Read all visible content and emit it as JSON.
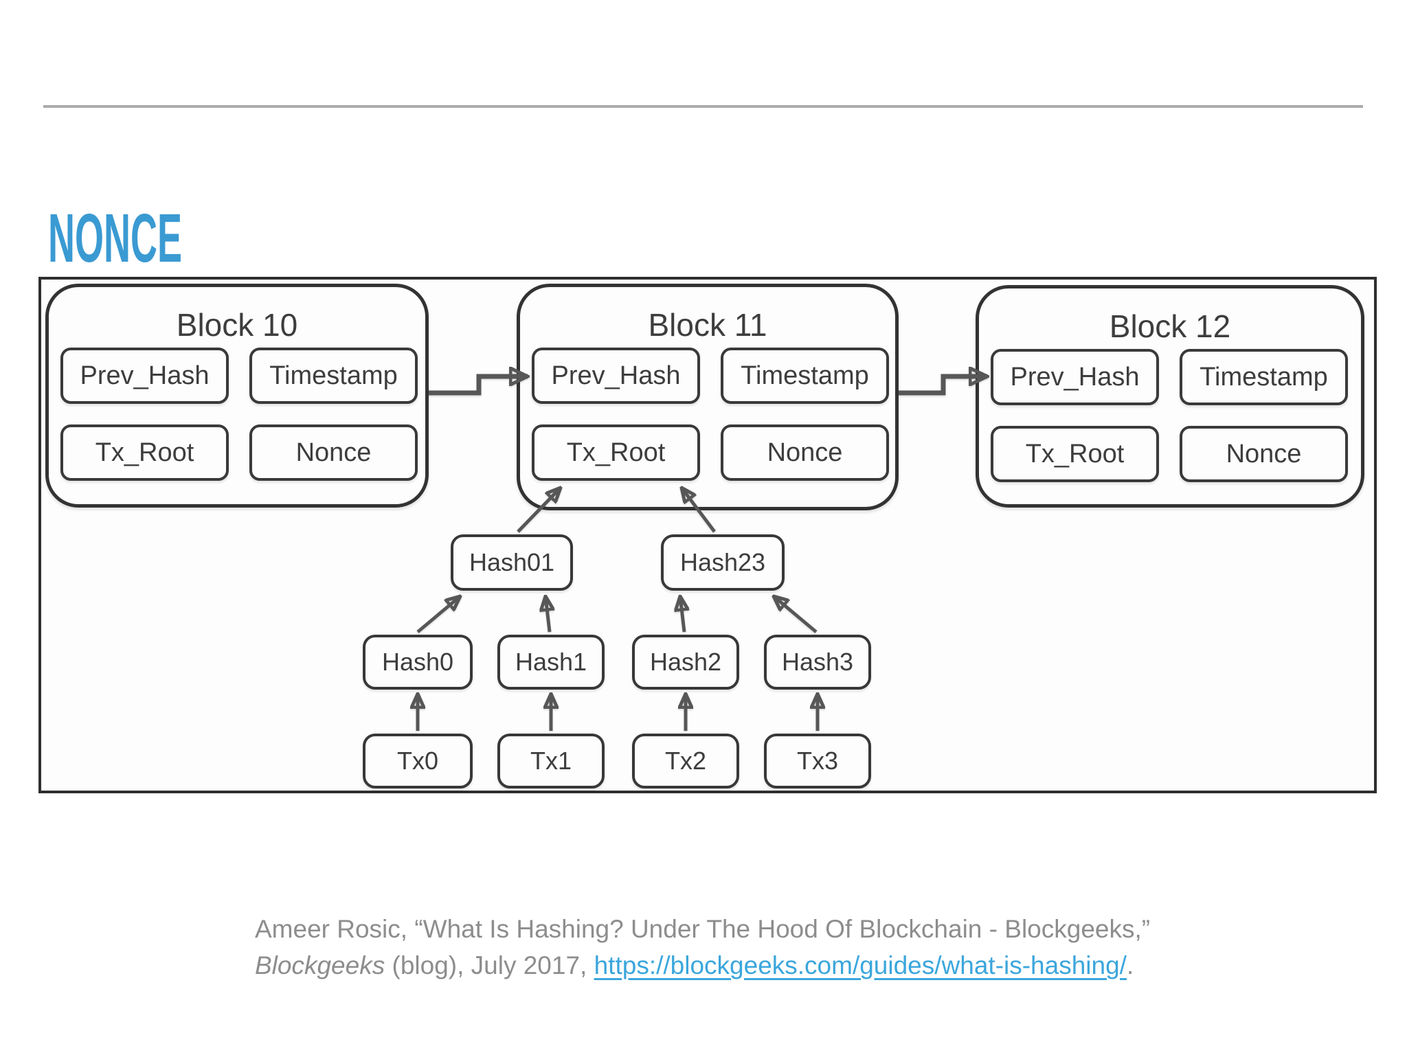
{
  "page": {
    "title": "NONCE",
    "colors": {
      "title_blue": "#3a9ad2",
      "divider_gray": "#ababab",
      "diagram_ink": "#3d3d3d",
      "arrow_gray": "#575757",
      "citation_gray": "#8d8d8d",
      "link_blue": "#3ba6dc"
    }
  },
  "diagram": {
    "blocks": [
      {
        "title": "Block 10",
        "fields": [
          "Prev_Hash",
          "Timestamp",
          "Tx_Root",
          "Nonce"
        ]
      },
      {
        "title": "Block 11",
        "fields": [
          "Prev_Hash",
          "Timestamp",
          "Tx_Root",
          "Nonce"
        ]
      },
      {
        "title": "Block 12",
        "fields": [
          "Prev_Hash",
          "Timestamp",
          "Tx_Root",
          "Nonce"
        ]
      }
    ],
    "merkle_tree": {
      "level1": [
        "Hash01",
        "Hash23"
      ],
      "level2": [
        "Hash0",
        "Hash1",
        "Hash2",
        "Hash3"
      ],
      "transactions": [
        "Tx0",
        "Tx1",
        "Tx2",
        "Tx3"
      ]
    }
  },
  "citation": {
    "line1": "Ameer Rosic, “What Is Hashing? Under The Hood Of Blockchain - Blockgeeks,”",
    "source_italic": "Blockgeeks",
    "line2_middle": " (blog), July 2017, ",
    "link_text": "https://blockgeeks.com/guides/what-is-hashing/",
    "line2_end": "."
  }
}
